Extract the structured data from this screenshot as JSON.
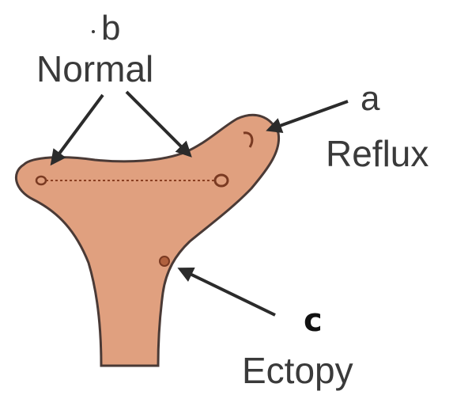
{
  "labels": {
    "b": {
      "letter": "b",
      "name": "Normal"
    },
    "a": {
      "letter": "a",
      "name": "Reflux"
    },
    "c": {
      "letter": "c",
      "name": "Ectopy"
    }
  },
  "colors": {
    "tissue_fill": "#e0a07f",
    "outline": "#4a3a36",
    "arrow": "#2b2b2b",
    "text": "#3a3a3a",
    "spot": "#b0613e"
  }
}
